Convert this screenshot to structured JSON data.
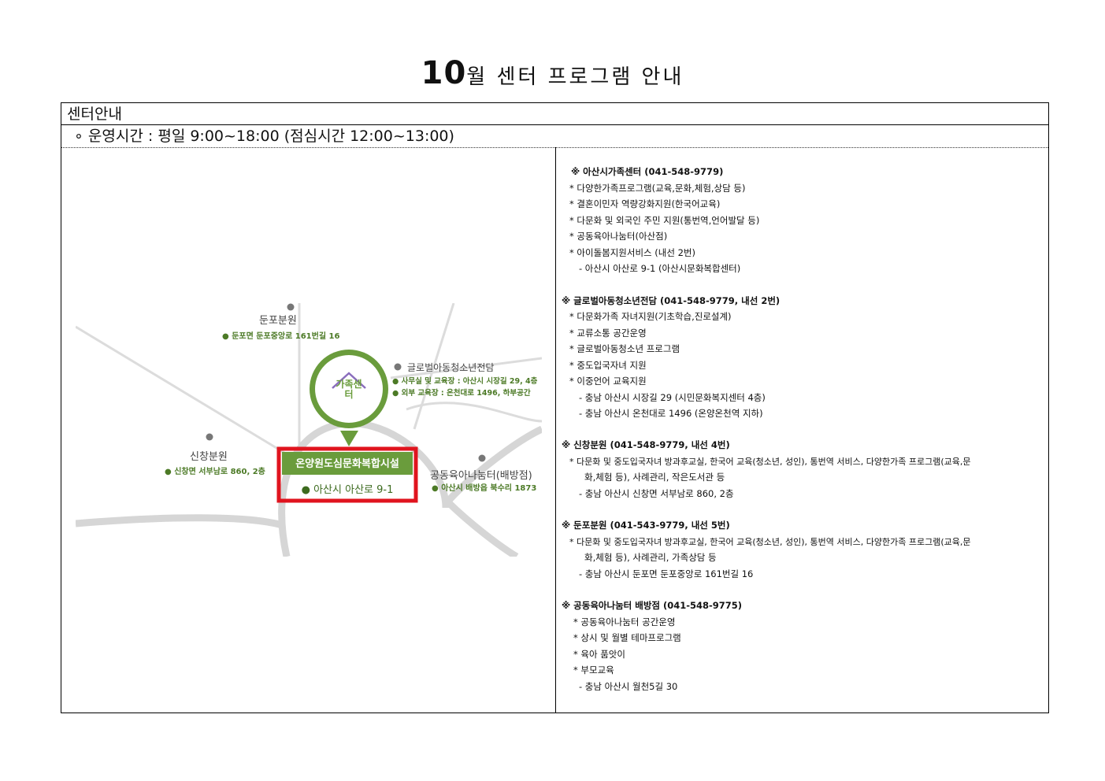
{
  "header": {
    "title_number": "10",
    "title_rest": "월 센터 프로그램 안내"
  },
  "section": {
    "heading": "센터안내",
    "hours": "∘ 운영시간 : 평일 9:00~18:00 (점심시간 12:00~13:00)"
  },
  "map": {
    "center_badge": "가족센터",
    "main_location": {
      "name": "온양원도심문화복합시설",
      "address": "● 아산시 아산로 9-1"
    },
    "branches": [
      {
        "name": "둔포분원",
        "address": "● 둔포면 둔포중앙로 161번길 16"
      },
      {
        "name": "글로벌아동청소년전담",
        "address1": "● 사무실 및 교육장 : 아산시 시장길 29, 4층",
        "address2": "● 외부 교육장 : 온천대로 1496, 하부공간"
      },
      {
        "name": "신창분원",
        "address": "● 신창면 서부남로 860, 2층"
      },
      {
        "name": "공동육아나눔터(배방점)",
        "address": "● 아산시 배방읍 북수리 1873"
      }
    ]
  },
  "info_lines": [
    "※ 아산시가족센터 (041-548-9779)",
    "* 다양한가족프로그램(교육,문화,체험,상담 등)",
    "* 결혼이민자 역량강화지원(한국어교육)",
    "* 다문화 및 외국인 주민 지원(통번역,언어발달 등)",
    "* 공동육아나눔터(아산점)",
    "* 아이돌봄지원서비스 (내선 2번)",
    "- 아산시 아산로 9-1 (아산시문화복합센터)",
    "※ 글로벌아동청소년전담 (041-548-9779, 내선 2번)",
    "* 다문화가족 자녀지원(기초학습,진로설계)",
    "* 교류소통 공간운영",
    "* 글로벌아동청소년 프로그램",
    "* 중도입국자녀 지원",
    "* 이중언어 교육지원",
    "- 충남 아산시 시장길 29 (시민문화복지센터 4층)",
    "- 충남 아산시 온천대로 1496 (온양온천역 지하)",
    "※ 신창분원 (041-548-9779, 내선 4번)",
    "* 다문화 및 중도입국자녀 방과후교실, 한국어 교육(청소년, 성인), 통번역 서비스, 다양한가족 프로그램(교육,문",
    "화,체험 등), 사례관리, 작은도서관 등",
    "- 충남 아산시 신창면 서부남로 860, 2층",
    "※ 둔포분원 (041-543-9779, 내선 5번)",
    "* 다문화 및 중도입국자녀 방과후교실, 한국어 교육(청소년, 성인), 통번역 서비스, 다양한가족 프로그램(교육,문",
    "화,체험 등), 사례관리, 가족상담 등",
    "- 충남 아산시 둔포면 둔포중앙로 161번길 16",
    "※ 공동육아나눔터 배방점 (041-548-9775)",
    "* 공동육아나눔터 공간운영",
    "* 상시 및 월별 테마프로그램",
    "* 육아 품앗이",
    "* 부모교육",
    "- 충남 아산시 월천5길 30"
  ],
  "colors": {
    "accent_green": "#6a9c3c",
    "highlight_red": "#e0141e",
    "road_gray": "#d6d6d6",
    "label_green": "#4c7a26"
  }
}
